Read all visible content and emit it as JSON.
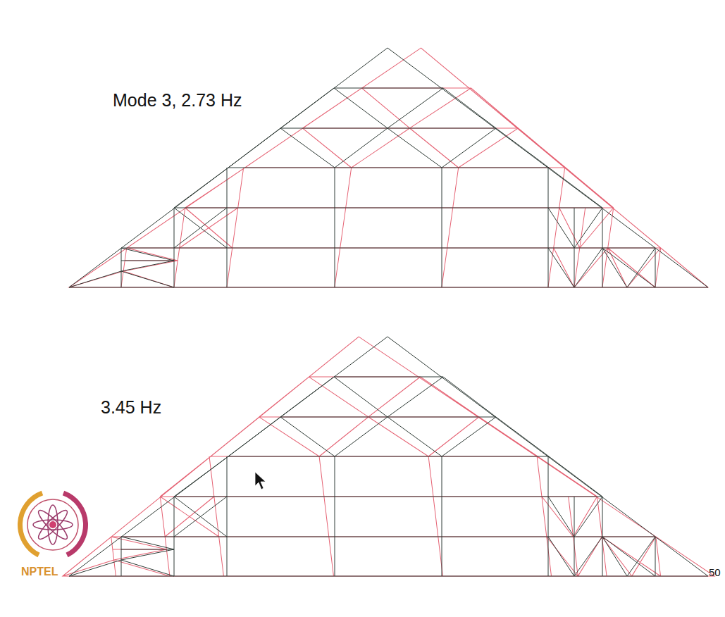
{
  "diagram": {
    "labels": [
      "Mode 3, 2.73 Hz",
      "3.45 Hz",
      "NPTEL",
      "50"
    ]
  }
}
